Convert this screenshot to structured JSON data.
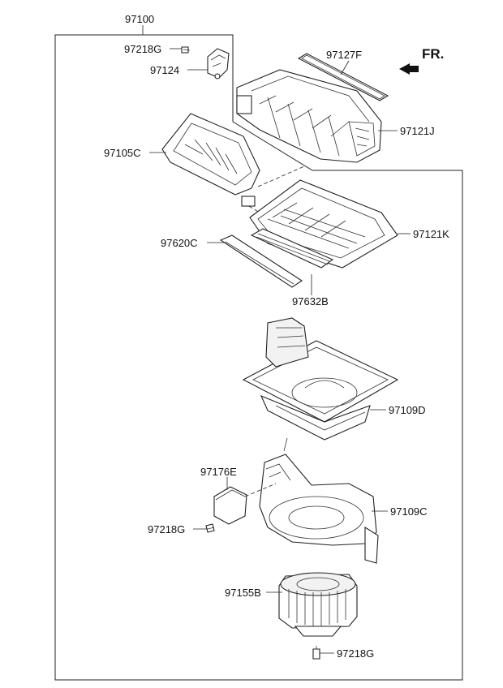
{
  "diagram": {
    "assembly_label": "97100",
    "direction_label": "FR.",
    "parts": [
      {
        "id": "p97218G_top",
        "label": "97218G"
      },
      {
        "id": "p97124",
        "label": "97124"
      },
      {
        "id": "p97127F",
        "label": "97127F"
      },
      {
        "id": "p97121J",
        "label": "97121J"
      },
      {
        "id": "p97105C",
        "label": "97105C"
      },
      {
        "id": "p97121K",
        "label": "97121K"
      },
      {
        "id": "p97620C",
        "label": "97620C"
      },
      {
        "id": "p97632B",
        "label": "97632B"
      },
      {
        "id": "p97109D",
        "label": "97109D"
      },
      {
        "id": "p97176E",
        "label": "97176E"
      },
      {
        "id": "p97109C",
        "label": "97109C"
      },
      {
        "id": "p97218G_mid",
        "label": "97218G"
      },
      {
        "id": "p97155B",
        "label": "97155B"
      },
      {
        "id": "p97218G_bot",
        "label": "97218G"
      }
    ]
  }
}
